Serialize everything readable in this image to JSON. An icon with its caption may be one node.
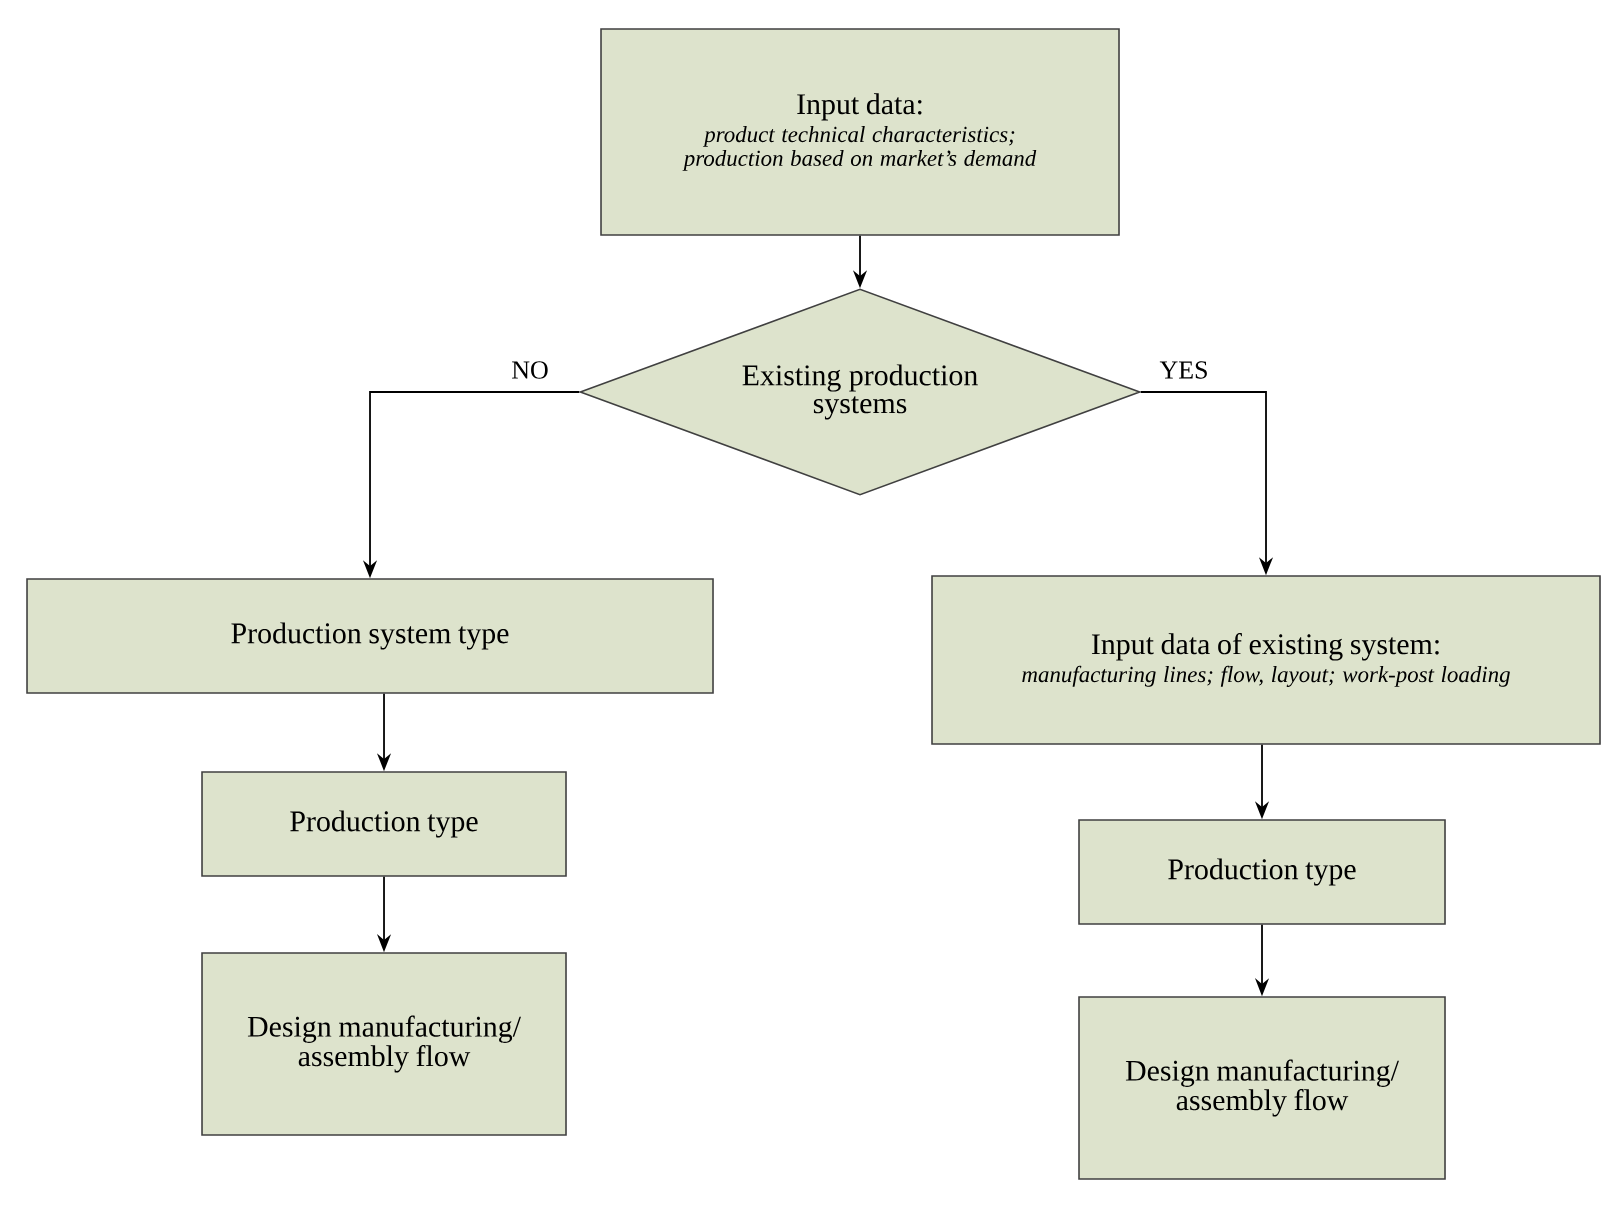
{
  "diagram": {
    "nodes": [
      {
        "text": [
          "Input data:",
          "product technical characteristics; production based on market’s demand"
        ]
      },
      {
        "text": [
          "Existing production systems"
        ]
      },
      {
        "text": [
          "Production system type"
        ]
      },
      {
        "text": [
          "Production type"
        ]
      },
      {
        "text": [
          "Design manufacturing/ assembly flow"
        ]
      },
      {
        "text": [
          "Input data of existing system:",
          "manufacturing lines; flow, layout; work-post loading"
        ]
      },
      {
        "text": [
          "Production type"
        ]
      },
      {
        "text": [
          "Design manufacturing/ assembly flow"
        ]
      }
    ],
    "edges": [
      {
        "from": 0,
        "to": 1,
        "arrow": "to"
      },
      {
        "from": 1,
        "to": 2,
        "arrow": "to",
        "label": "NO"
      },
      {
        "from": 1,
        "to": 5,
        "arrow": "to",
        "label": "YES"
      },
      {
        "from": 2,
        "to": 3,
        "arrow": "to"
      },
      {
        "from": 3,
        "to": 4,
        "arrow": "to"
      },
      {
        "from": 5,
        "to": 6,
        "arrow": "to"
      },
      {
        "from": 6,
        "to": 7,
        "arrow": "to"
      }
    ]
  }
}
